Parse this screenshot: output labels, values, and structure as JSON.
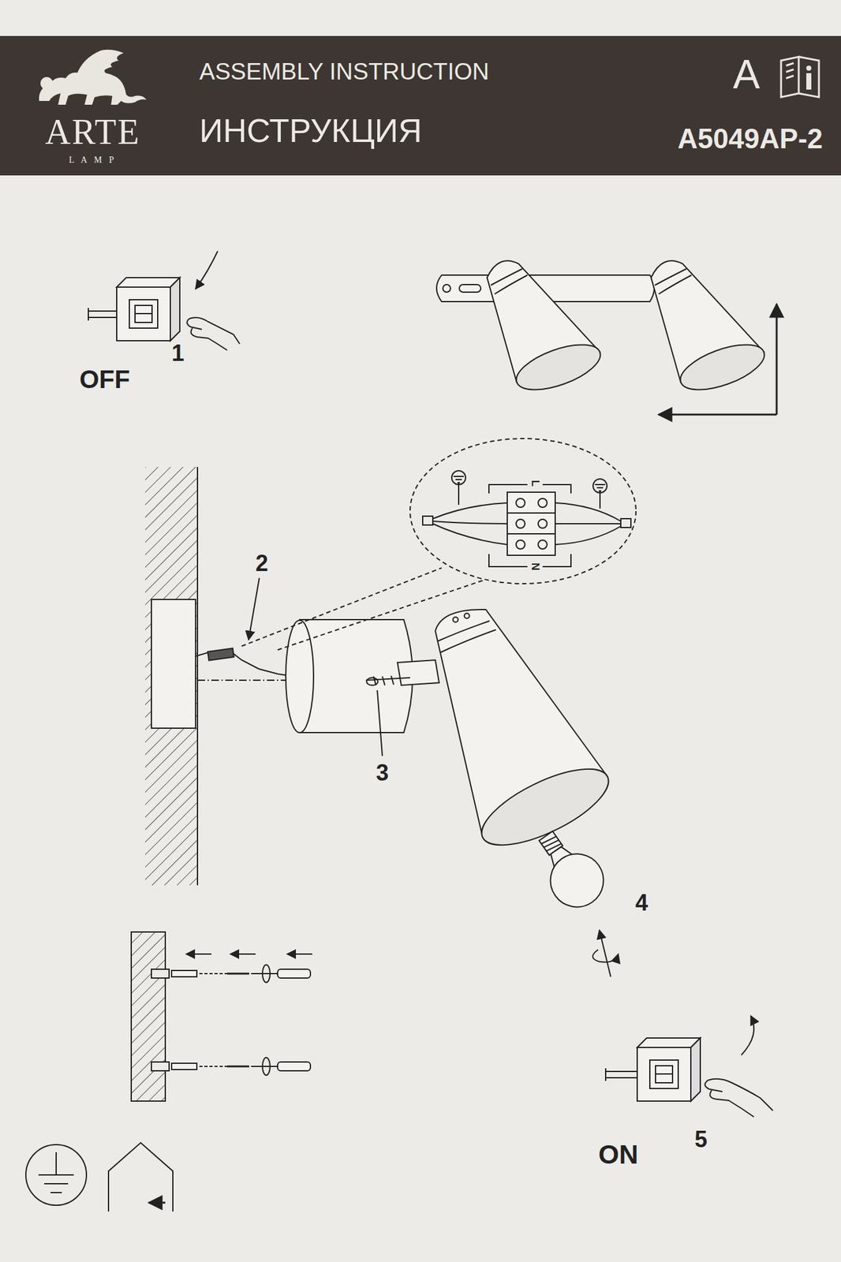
{
  "diagram": {
    "nodes": [
      {
        "text": [
          "ARTE",
          "L A M P",
          "ASSEMBLY INSTRUCTION",
          "ИНСТРУКЦИЯ",
          "A",
          "A5049AP-2"
        ]
      }
    ],
    "labels": [
      "1",
      "OFF",
      "L",
      "N",
      "2",
      "3",
      "4",
      "5",
      "ON"
    ]
  }
}
